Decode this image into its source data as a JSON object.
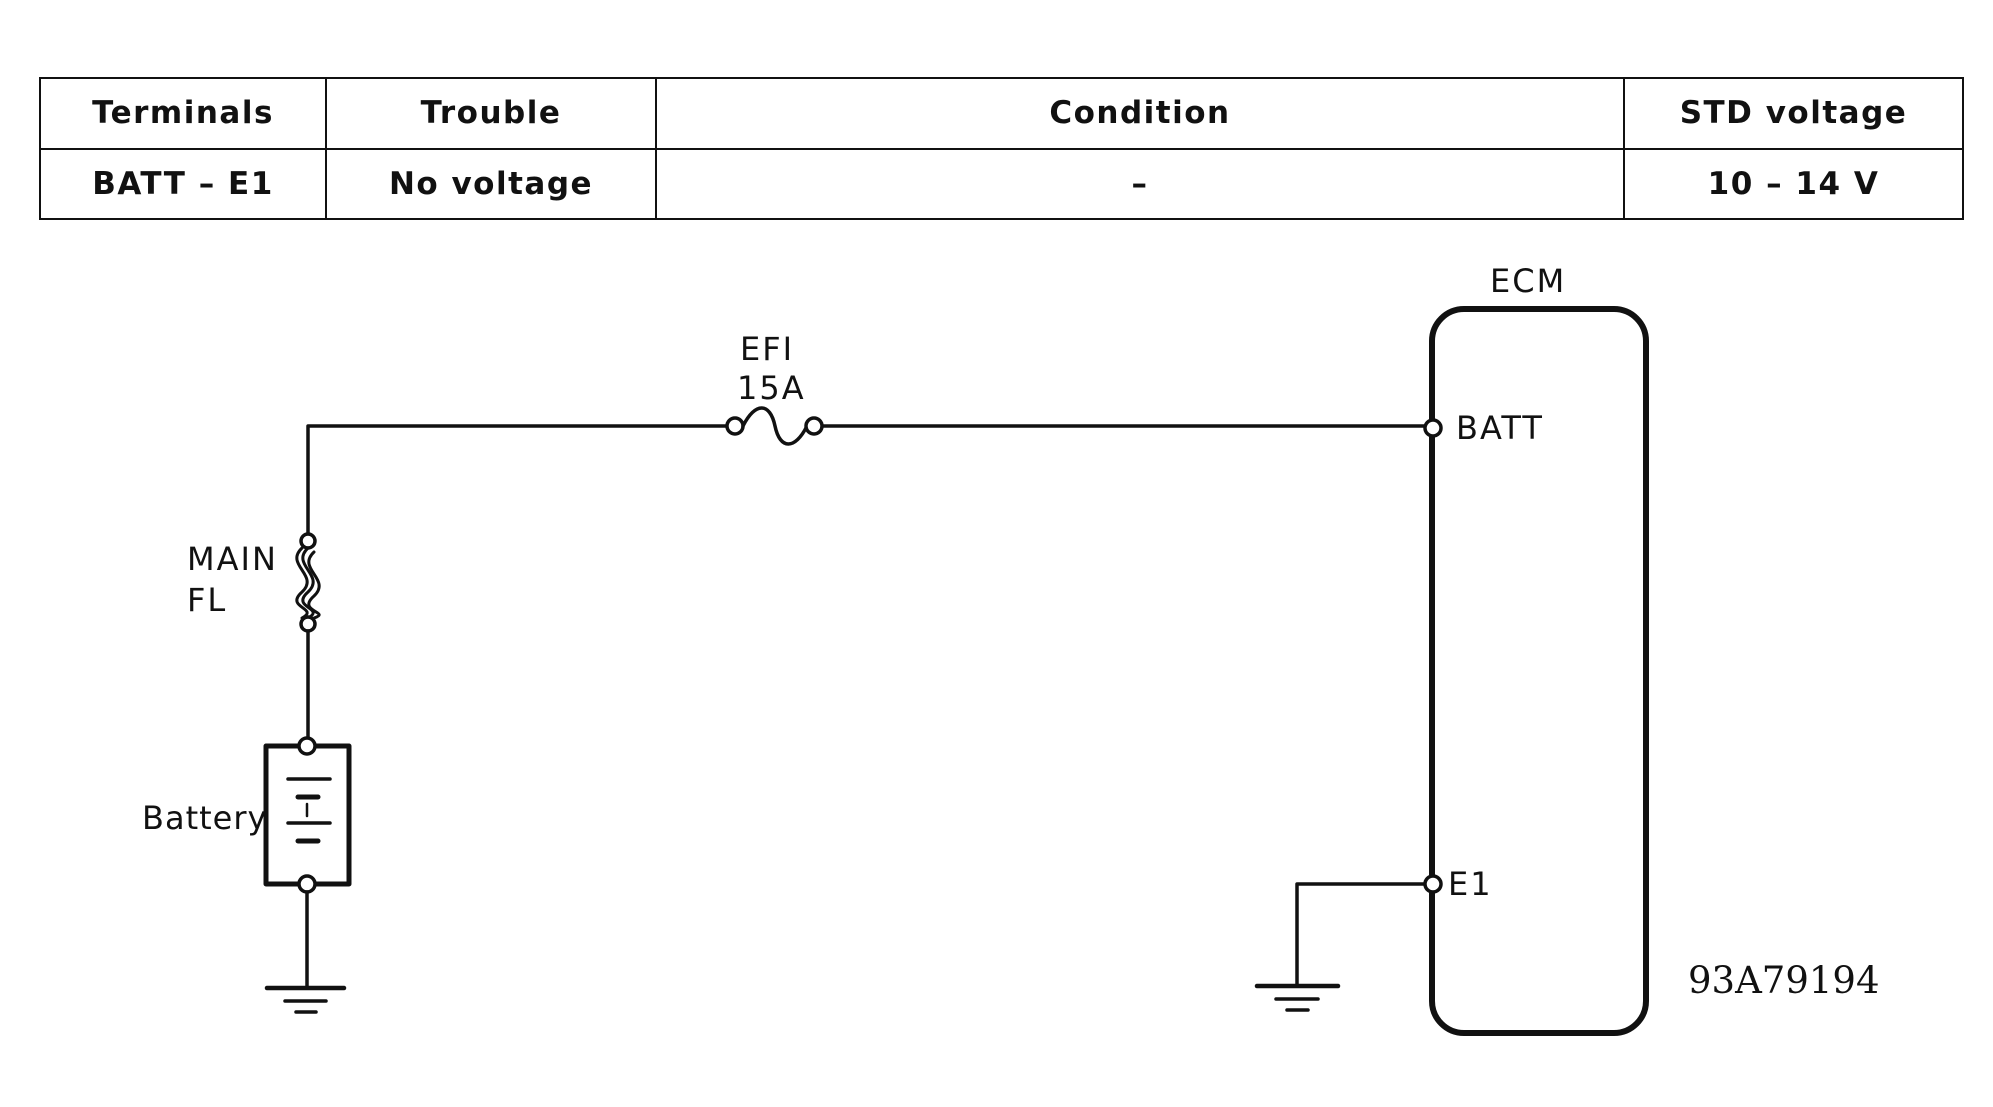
{
  "table": {
    "headers": [
      "Terminals",
      "Trouble",
      "Condition",
      "STD voltage"
    ],
    "rows": [
      [
        "BATT – E1",
        "No voltage",
        "–",
        "10 – 14 V"
      ]
    ]
  },
  "diagram": {
    "ecm_label": "ECM",
    "efi_fuse_name": "EFI",
    "efi_fuse_rating": "15A",
    "batt_terminal": "BATT",
    "e1_terminal": "E1",
    "main_fuse_line1": "MAIN",
    "main_fuse_line2": "FL",
    "battery_label": "Battery",
    "figure_code": "93A79194"
  }
}
